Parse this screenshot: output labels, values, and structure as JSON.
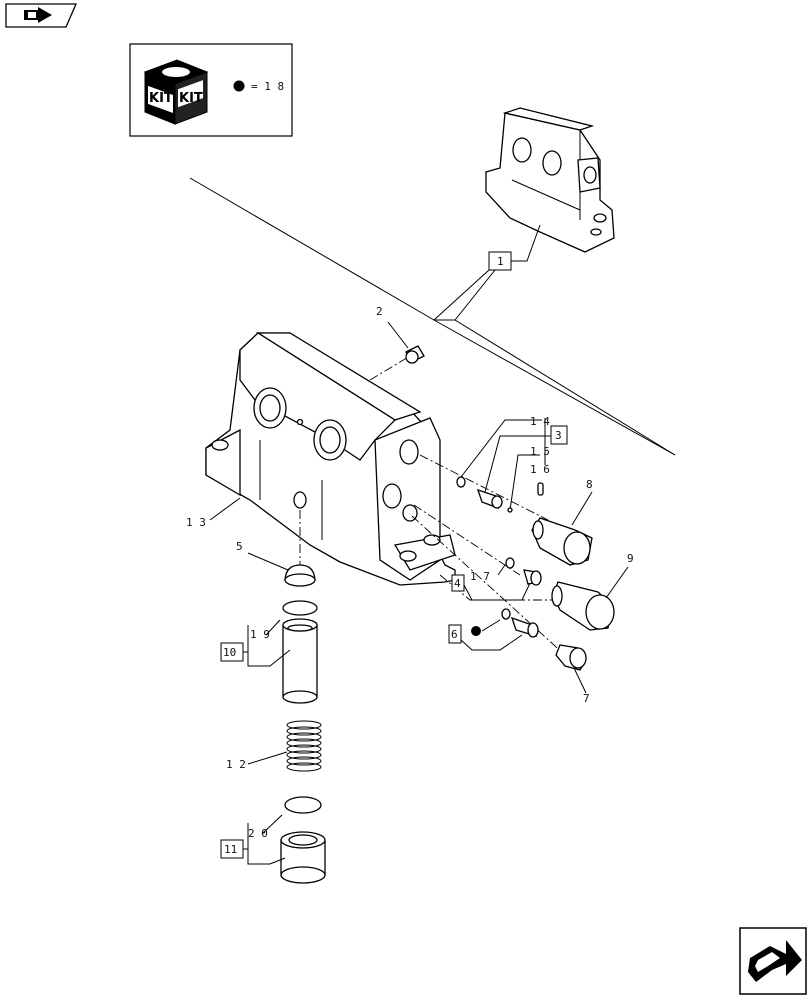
{
  "kit_legend": {
    "kit_label_1": "KIT",
    "kit_label_2": "KIT",
    "dot_text": "= 1 8"
  },
  "callouts": {
    "c1": "1",
    "c2": "2",
    "c3": "3",
    "c4": "4",
    "c5": "5",
    "c6": "6",
    "c7": "7",
    "c8": "8",
    "c9": "9",
    "c10": "10",
    "c11": "11",
    "c12": "1 2",
    "c13": "1 3",
    "c14": "1 4",
    "c15": "1 5",
    "c16": "1 6",
    "c17": "1 7",
    "c19": "1 9",
    "c20": "2 0"
  },
  "icons": {
    "top_left": "previous-page-arrow-icon",
    "bottom_right": "next-page-arrow-icon",
    "kit": "kit-box-icon"
  },
  "colors": {
    "ink": "#000000",
    "paper": "#ffffff"
  }
}
